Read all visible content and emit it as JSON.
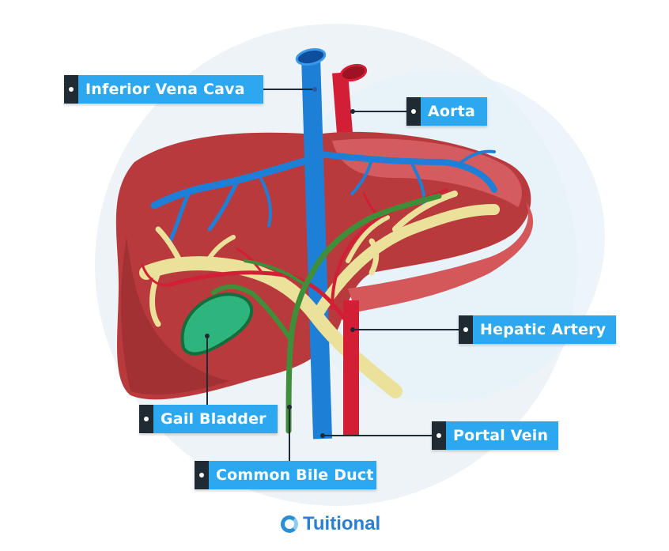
{
  "labels": {
    "inferior_vena_cava": "Inferior Vena Cava",
    "aorta": "Aorta",
    "hepatic_artery": "Hepatic Artery",
    "gall_bladder": "Gail Bladder",
    "portal_vein": "Portal Vein",
    "common_bile_duct": "Common Bile Duct"
  },
  "brand": {
    "name": "Tuitional"
  },
  "colors": {
    "label_bg": "#2ba8f0",
    "label_tab": "#1f2a33",
    "liver": "#b83a3c",
    "liver_dark": "#8f2a2d",
    "vein_blue": "#1e7fd6",
    "artery_red": "#d21f35",
    "bile_yellow": "#ece19a",
    "duct_green": "#3f8f3a",
    "gallbladder": "#2eb57e",
    "background_circle": "#eaf1f7"
  }
}
